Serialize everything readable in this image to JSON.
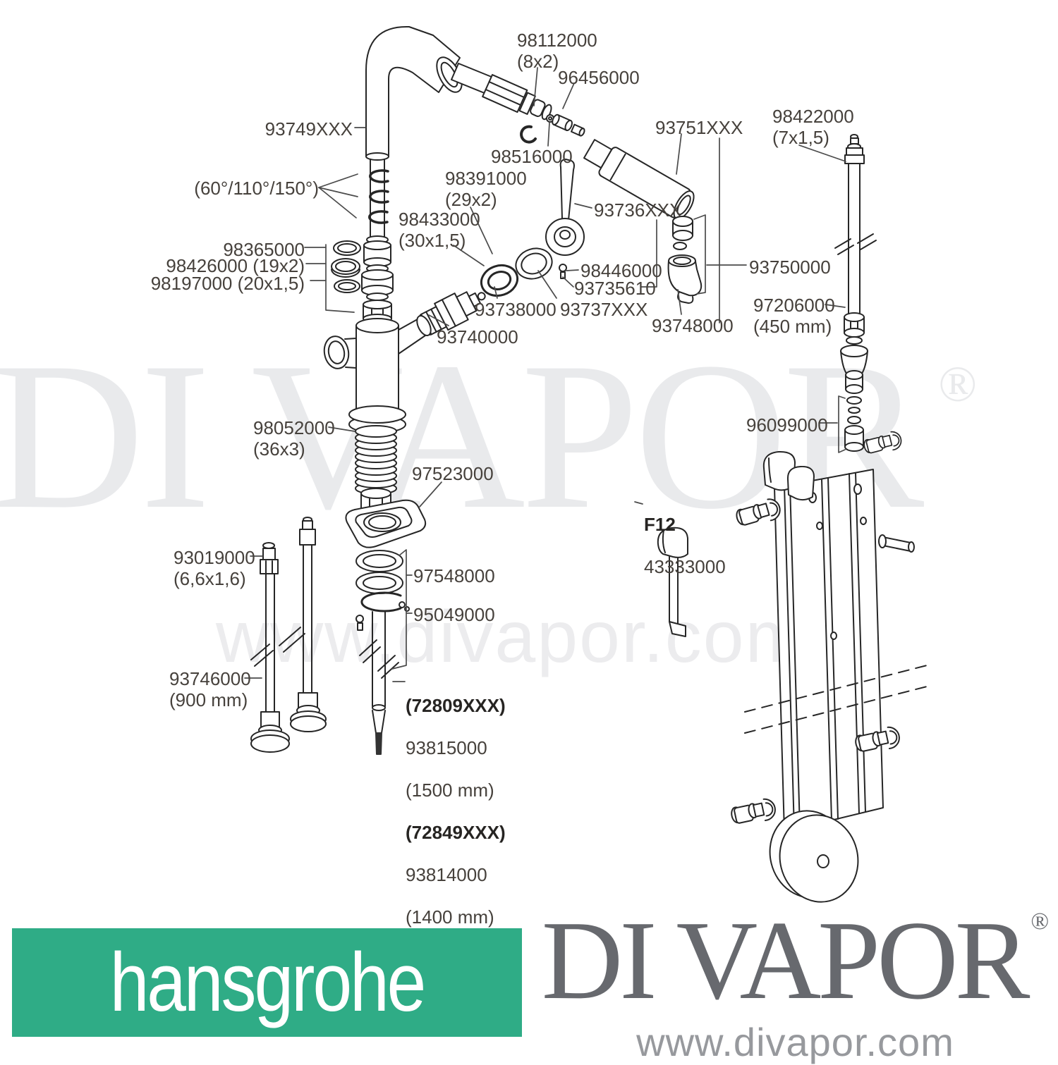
{
  "watermark": {
    "brand": "DI VAPOR",
    "registered": "®",
    "url": "www.divapor.com"
  },
  "footer": {
    "hansgrohe": "hansgrohe",
    "brand": "DI VAPOR",
    "registered": "®",
    "url": "www.divapor.com",
    "hansgrohe_green": "#2fac86",
    "brand_gray": "#67696e"
  },
  "labels": {
    "p98112000": "98112000\n(8x2)",
    "p96456000": "96456000",
    "p93749": "93749XXX",
    "p98516000": "98516000",
    "p93751": "93751XXX",
    "p98422000": "98422000\n(7x1,5)",
    "angles": "(60°/110°/150°)",
    "p98391000": "98391000\n(29x2)",
    "p98433000": "98433000\n(30x1,5)",
    "p93736": "93736XXX",
    "p98365000": "98365000",
    "p98426000": "98426000 (19x2)",
    "p98197000": "98197000 (20x1,5)",
    "p98446000": "98446000",
    "p93735610": "93735610",
    "p93750000": "93750000",
    "p93738000": "93738000",
    "p93737": "93737XXX",
    "p97206000": "97206000\n(450 mm)",
    "p93748000": "93748000",
    "p93740000": "93740000",
    "p98052000": "98052000\n(36x3)",
    "p96099000": "96099000",
    "p97523000": "97523000",
    "f12_code": "F12",
    "f12_num": "43333000",
    "p93019000": "93019000\n(6,6x1,6)",
    "p97548000": "97548000",
    "p95049000": "95049000",
    "p93746000": "93746000\n(900 mm)",
    "variant1_code": "(72809XXX)",
    "variant1_num": "93815000",
    "variant1_len": "(1500 mm)",
    "variant2_code": "(72849XXX)",
    "variant2_num": "93814000",
    "variant2_len": "(1400 mm)"
  }
}
